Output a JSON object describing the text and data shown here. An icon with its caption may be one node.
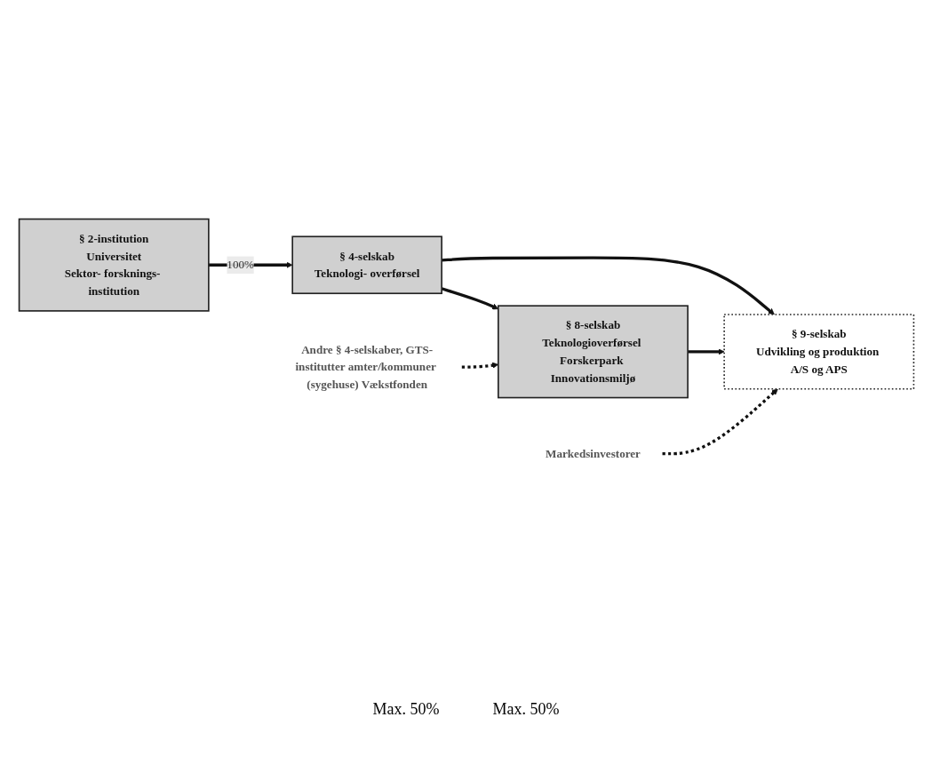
{
  "diagram": {
    "nodes": [
      {
        "text": [
          "Andre § 4-selskaber, GTS-institutter amter/kommuner (sygehuse) Vækstfonden"
        ]
      },
      {
        "text": [
          "§ 2-institution",
          "Universitet",
          "Sektor- forsknings- institution"
        ]
      },
      {
        "text": [
          "§ 4-selskab",
          "Teknologi- overførsel"
        ]
      },
      {
        "text": [
          "§ 8-selskab",
          "Teknologioverførsel Forskerpark Innovationsmiljø"
        ]
      },
      {
        "text": [
          "§ 9-selskab",
          "Udvikling og produktion A/S og APS"
        ]
      },
      {
        "text": [
          "Markedsinvestorer"
        ]
      }
    ],
    "edges": [
      {
        "from": 1,
        "to": 2,
        "arrow": "to",
        "label": "100%"
      },
      {
        "from": 2,
        "to": 3,
        "arrow": "to"
      },
      {
        "from": 2,
        "to": 4,
        "arrow": "to"
      },
      {
        "from": 0,
        "to": 3,
        "arrow": "to",
        "style": "dashed"
      },
      {
        "from": 3,
        "to": 4,
        "arrow": "to"
      },
      {
        "from": 5,
        "to": 4,
        "arrow": "to",
        "style": "dashed"
      }
    ],
    "labels": [
      "Max. 50%",
      "Max. 50%"
    ]
  }
}
